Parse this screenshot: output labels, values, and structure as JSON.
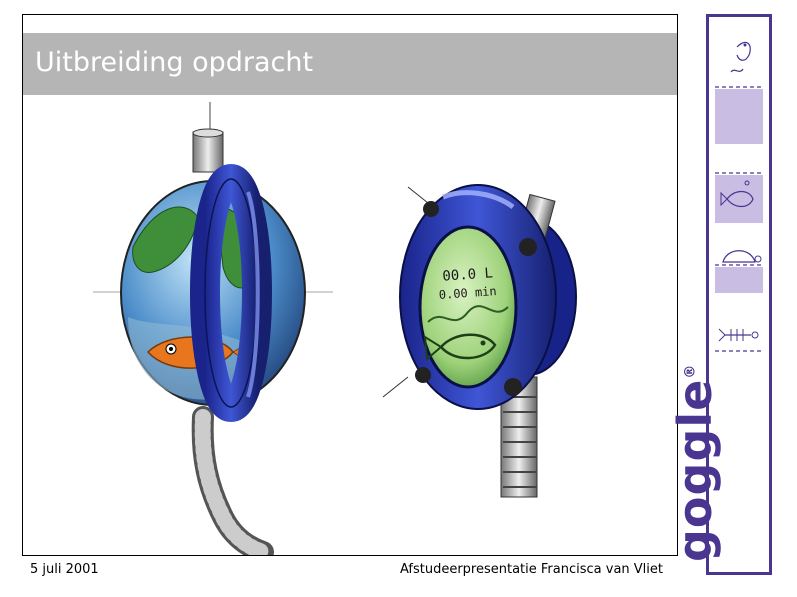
{
  "slide": {
    "title": "Uitbreiding opdracht",
    "footer_date": "5 juli 2001",
    "footer_credit": "Afstudeerpresentatie Francisca van Vliet"
  },
  "device_display": {
    "line1": "00.0 L",
    "line2": "0.00 min"
  },
  "brand": {
    "logo": "goggle",
    "registered": "®"
  },
  "colors": {
    "title_bar": "#b5b5b5",
    "brand_purple": "#4a3590",
    "brand_lilac": "#c9bde3",
    "device_blue": "#2233a8",
    "screen_green": "#9ed27a"
  },
  "icons": [
    "fish-jumping-icon",
    "fish-bubbles-icon",
    "turtle-icon",
    "fish-skeleton-icon"
  ]
}
